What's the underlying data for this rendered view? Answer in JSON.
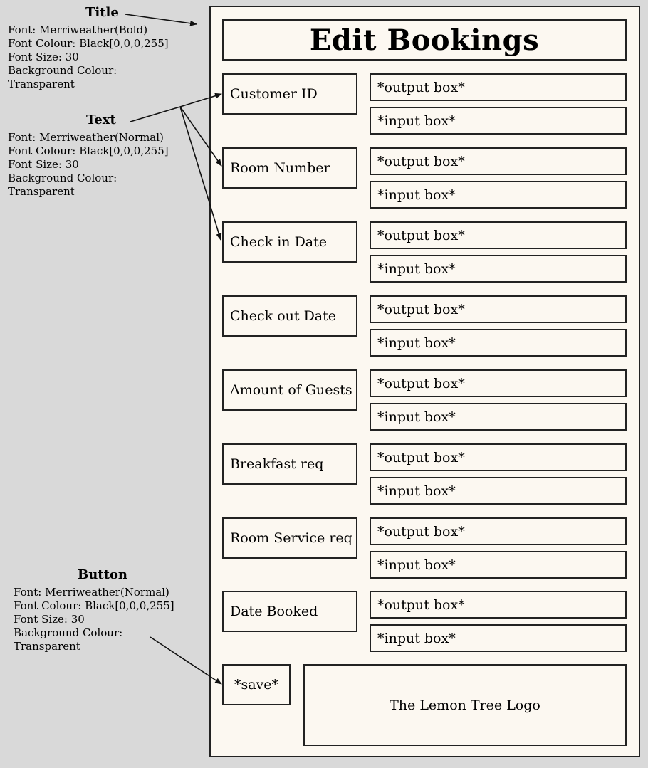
{
  "annotations": {
    "title": {
      "heading": "Title",
      "lines": [
        "Font: Merriweather(Bold)",
        "Font Colour: Black[0,0,0,255]",
        "Font Size: 30",
        "Background Colour:",
        "Transparent"
      ]
    },
    "text": {
      "heading": "Text",
      "lines": [
        "Font: Merriweather(Normal)",
        "Font Colour: Black[0,0,0,255]",
        "Font Size: 30",
        "Background Colour:",
        "Transparent"
      ]
    },
    "button": {
      "heading": "Button",
      "lines": [
        "Font: Merriweather(Normal)",
        "Font Colour: Black[0,0,0,255]",
        "Font Size: 30",
        "Background Colour:",
        "Transparent"
      ]
    }
  },
  "screen": {
    "title": "Edit Bookings",
    "rows": [
      {
        "label": "Customer ID",
        "output": "*output box*",
        "input": "*input box*"
      },
      {
        "label": "Room Number",
        "output": "*output box*",
        "input": "*input box*"
      },
      {
        "label": "Check in Date",
        "output": "*output box*",
        "input": "*input box*"
      },
      {
        "label": "Check out Date",
        "output": "*output box*",
        "input": "*input box*"
      },
      {
        "label": "Amount of Guests",
        "output": "*output box*",
        "input": "*input box*"
      },
      {
        "label": "Breakfast req",
        "output": "*output box*",
        "input": "*input box*"
      },
      {
        "label": "Room Service req",
        "output": "*output box*",
        "input": "*input box*"
      },
      {
        "label": "Date Booked",
        "output": "*output box*",
        "input": "*input box*"
      }
    ],
    "save_label": "*save*",
    "logo_text": "The Lemon Tree Logo"
  }
}
